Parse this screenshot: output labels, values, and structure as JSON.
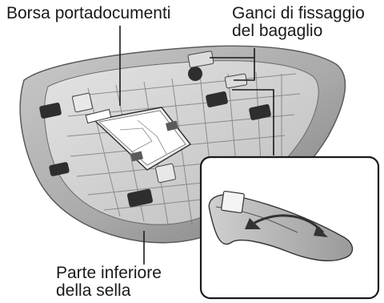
{
  "labels": {
    "document_pouch": "Borsa portadocumenti",
    "luggage_hooks": [
      "Ganci di fissaggio",
      "del bagaglio"
    ],
    "seat_underside": [
      "Parte inferiore",
      "della sella"
    ]
  },
  "colors": {
    "seat_dark": "#3b3b3b",
    "seat_mid": "#8a8a8a",
    "seat_light": "#d6d6d6",
    "paper": "#f2f2f2",
    "leader_line": "#1a1a1a",
    "inset_border": "#1a1a1a"
  }
}
